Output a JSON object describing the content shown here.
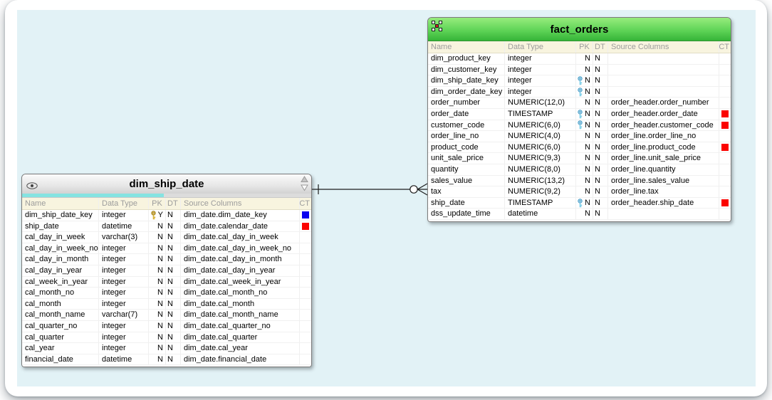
{
  "canvas": {
    "background_color": "#e2f2f6"
  },
  "tables": {
    "fact_orders": {
      "title": "fact_orders",
      "icon": "star-schema-icon",
      "header_color": "#4fc94a",
      "columns": [
        "Name",
        "Data Type",
        "PK",
        "DT",
        "Source Columns",
        "CT"
      ],
      "rows": [
        {
          "name": "dim_product_key",
          "type": "integer",
          "key": "",
          "pk": "N",
          "dt": "N",
          "source": "",
          "ct": ""
        },
        {
          "name": "dim_customer_key",
          "type": "integer",
          "key": "",
          "pk": "N",
          "dt": "N",
          "source": "",
          "ct": ""
        },
        {
          "name": "dim_ship_date_key",
          "type": "integer",
          "key": "blue",
          "pk": "N",
          "dt": "N",
          "source": "",
          "ct": ""
        },
        {
          "name": "dim_order_date_key",
          "type": "integer",
          "key": "blue",
          "pk": "N",
          "dt": "N",
          "source": "",
          "ct": ""
        },
        {
          "name": "order_number",
          "type": "NUMERIC(12,0)",
          "key": "",
          "pk": "N",
          "dt": "N",
          "source": "order_header.order_number",
          "ct": ""
        },
        {
          "name": "order_date",
          "type": "TIMESTAMP",
          "key": "blue",
          "pk": "N",
          "dt": "N",
          "source": "order_header.order_date",
          "ct": "red"
        },
        {
          "name": "customer_code",
          "type": "NUMERIC(6,0)",
          "key": "blue",
          "pk": "N",
          "dt": "N",
          "source": "order_header.customer_code",
          "ct": "red"
        },
        {
          "name": "order_line_no",
          "type": "NUMERIC(4,0)",
          "key": "",
          "pk": "N",
          "dt": "N",
          "source": "order_line.order_line_no",
          "ct": ""
        },
        {
          "name": "product_code",
          "type": "NUMERIC(6,0)",
          "key": "",
          "pk": "N",
          "dt": "N",
          "source": "order_line.product_code",
          "ct": "red"
        },
        {
          "name": "unit_sale_price",
          "type": "NUMERIC(9,3)",
          "key": "",
          "pk": "N",
          "dt": "N",
          "source": "order_line.unit_sale_price",
          "ct": ""
        },
        {
          "name": "quantity",
          "type": "NUMERIC(8,0)",
          "key": "",
          "pk": "N",
          "dt": "N",
          "source": "order_line.quantity",
          "ct": ""
        },
        {
          "name": "sales_value",
          "type": "NUMERIC(13,2)",
          "key": "",
          "pk": "N",
          "dt": "N",
          "source": "order_line.sales_value",
          "ct": ""
        },
        {
          "name": "tax",
          "type": "NUMERIC(9,2)",
          "key": "",
          "pk": "N",
          "dt": "N",
          "source": "order_line.tax",
          "ct": ""
        },
        {
          "name": "ship_date",
          "type": "TIMESTAMP",
          "key": "blue",
          "pk": "N",
          "dt": "N",
          "source": "order_header.ship_date",
          "ct": "red"
        },
        {
          "name": "dss_update_time",
          "type": "datetime",
          "key": "",
          "pk": "N",
          "dt": "N",
          "source": "",
          "ct": ""
        }
      ]
    },
    "dim_ship_date": {
      "title": "dim_ship_date",
      "icon": "eye-icon",
      "header_color": "#e4e4e4",
      "progress_percent": 49,
      "columns": [
        "Name",
        "Data Type",
        "PK",
        "DT",
        "Source Columns",
        "CT"
      ],
      "rows": [
        {
          "name": "dim_ship_date_key",
          "type": "integer",
          "key": "gold",
          "pk": "Y",
          "dt": "N",
          "source": "dim_date.dim_date_key",
          "ct": "blue"
        },
        {
          "name": "ship_date",
          "type": "datetime",
          "key": "",
          "pk": "N",
          "dt": "N",
          "source": "dim_date.calendar_date",
          "ct": "red"
        },
        {
          "name": "cal_day_in_week",
          "type": "varchar(3)",
          "key": "",
          "pk": "N",
          "dt": "N",
          "source": "dim_date.cal_day_in_week",
          "ct": ""
        },
        {
          "name": "cal_day_in_week_no",
          "type": "integer",
          "key": "",
          "pk": "N",
          "dt": "N",
          "source": "dim_date.cal_day_in_week_no",
          "ct": ""
        },
        {
          "name": "cal_day_in_month",
          "type": "integer",
          "key": "",
          "pk": "N",
          "dt": "N",
          "source": "dim_date.cal_day_in_month",
          "ct": ""
        },
        {
          "name": "cal_day_in_year",
          "type": "integer",
          "key": "",
          "pk": "N",
          "dt": "N",
          "source": "dim_date.cal_day_in_year",
          "ct": ""
        },
        {
          "name": "cal_week_in_year",
          "type": "integer",
          "key": "",
          "pk": "N",
          "dt": "N",
          "source": "dim_date.cal_week_in_year",
          "ct": ""
        },
        {
          "name": "cal_month_no",
          "type": "integer",
          "key": "",
          "pk": "N",
          "dt": "N",
          "source": "dim_date.cal_month_no",
          "ct": ""
        },
        {
          "name": "cal_month",
          "type": "integer",
          "key": "",
          "pk": "N",
          "dt": "N",
          "source": "dim_date.cal_month",
          "ct": ""
        },
        {
          "name": "cal_month_name",
          "type": "varchar(7)",
          "key": "",
          "pk": "N",
          "dt": "N",
          "source": "dim_date.cal_month_name",
          "ct": ""
        },
        {
          "name": "cal_quarter_no",
          "type": "integer",
          "key": "",
          "pk": "N",
          "dt": "N",
          "source": "dim_date.cal_quarter_no",
          "ct": ""
        },
        {
          "name": "cal_quarter",
          "type": "integer",
          "key": "",
          "pk": "N",
          "dt": "N",
          "source": "dim_date.cal_quarter",
          "ct": ""
        },
        {
          "name": "cal_year",
          "type": "integer",
          "key": "",
          "pk": "N",
          "dt": "N",
          "source": "dim_date.cal_year",
          "ct": ""
        },
        {
          "name": "financial_date",
          "type": "datetime",
          "key": "",
          "pk": "N",
          "dt": "N",
          "source": "dim_date.financial_date",
          "ct": ""
        }
      ]
    }
  },
  "relationship": {
    "from_table": "dim_ship_date",
    "to_table": "fact_orders",
    "from_cardinality": "one",
    "to_cardinality": "zero-or-many"
  },
  "colors": {
    "ct_red": "#fb0300",
    "ct_blue": "#0a00f0",
    "progress_cyan": "#85e3e1",
    "gold_key": "#f5d769",
    "blue_key": "#bdeaf7"
  }
}
